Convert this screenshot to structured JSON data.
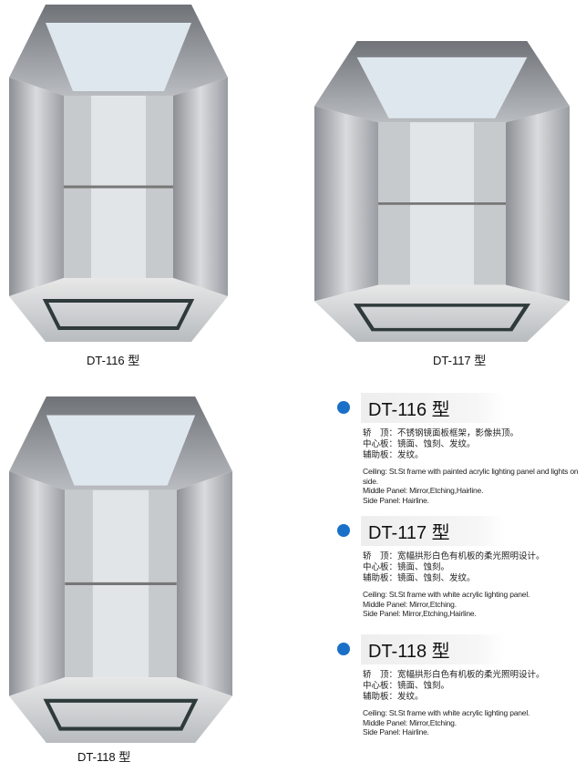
{
  "products": [
    {
      "model": "DT-116 型",
      "caption": "DT-116 型",
      "cn_lines": [
        "轿　顶：不锈钢镜面板框架，影像拱顶。",
        "中心板：镜面、蚀刻、发纹。",
        "辅助板：发纹。"
      ],
      "en_lines": [
        "Ceiling: St.St frame with painted acrylic lighting panel and lights on side.",
        "Middle Panel: Mirror,Etching,Hairline.",
        "Side Panel: Hairline."
      ]
    },
    {
      "model": "DT-117 型",
      "caption": "DT-117 型",
      "cn_lines": [
        "轿　顶：宽幅拱形白色有机板的柔光照明设计。",
        "中心板：镜面、蚀刻。",
        "辅助板：镜面、蚀刻、发纹。"
      ],
      "en_lines": [
        "Ceiling: St.St frame with white acrylic lighting panel.",
        "Middle Panel: Mirror,Etching.",
        "Side Panel: Mirror,Etching,Hairline."
      ]
    },
    {
      "model": "DT-118 型",
      "caption": "DT-118 型",
      "cn_lines": [
        "轿　顶：宽幅拱形白色有机板的柔光照明设计。",
        "中心板：镜面、蚀刻。",
        "辅助板：发纹。"
      ],
      "en_lines": [
        "Ceiling: St.St frame with white acrylic lighting panel.",
        "Middle Panel: Mirror,Etching.",
        "Side Panel: Hairline."
      ]
    }
  ],
  "colors": {
    "bullet": "#1a6fc9"
  }
}
